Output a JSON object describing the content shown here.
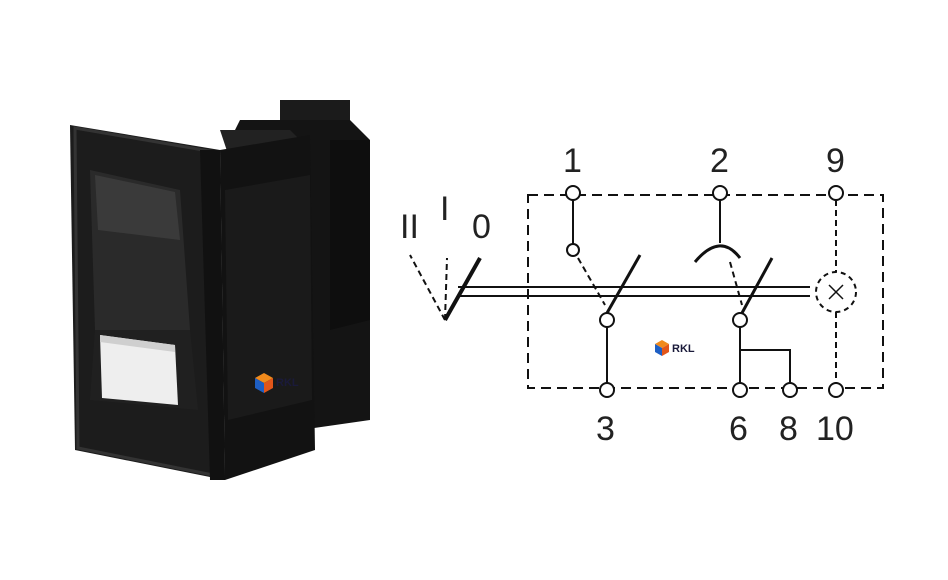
{
  "figure": {
    "position_labels": {
      "pos_2": "II",
      "pos_1": "I",
      "pos_0": "0"
    },
    "terminals_top": [
      "1",
      "2",
      "9"
    ],
    "terminals_bottom": [
      "3",
      "6",
      "8",
      "10"
    ],
    "watermark": "RKL"
  },
  "colors": {
    "line": "#111111",
    "switch_body": "#1a1a1a",
    "lens": "#eeeeee",
    "watermark_blue": "#1e5fc4",
    "watermark_orange": "#f08a1c"
  }
}
